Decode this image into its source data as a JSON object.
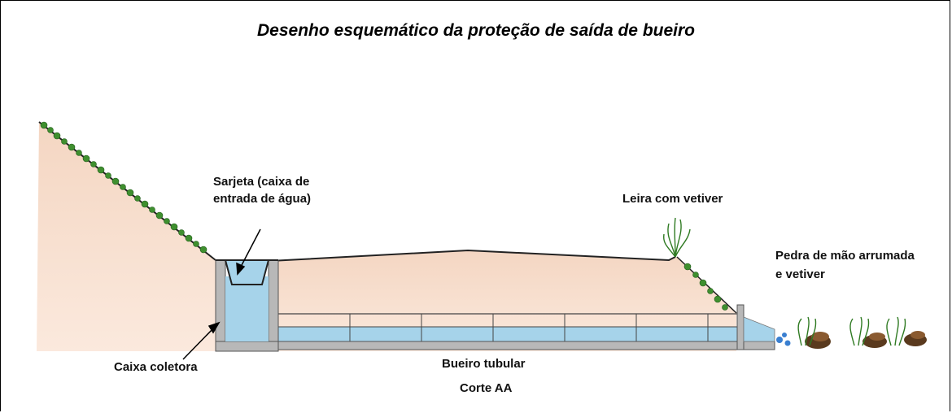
{
  "title": "Desenho esquemático da proteção de saída de bueiro",
  "labels": {
    "sarjeta_line1": "Sarjeta (caixa de",
    "sarjeta_line2": "entrada de água)",
    "leira": "Leira com vetiver",
    "pedra_line1": "Pedra de mão arrumada",
    "pedra_line2": "e vetiver",
    "caixa_coletora": "Caixa coletora",
    "bueiro": "Bueiro tubular",
    "corte": "Corte AA"
  },
  "colors": {
    "soil": "#f6dccb",
    "water": "#a6d3ea",
    "concrete": "#b8b8b8",
    "vegetation": "#3f8f2f",
    "stone": "#5a3a1e"
  }
}
